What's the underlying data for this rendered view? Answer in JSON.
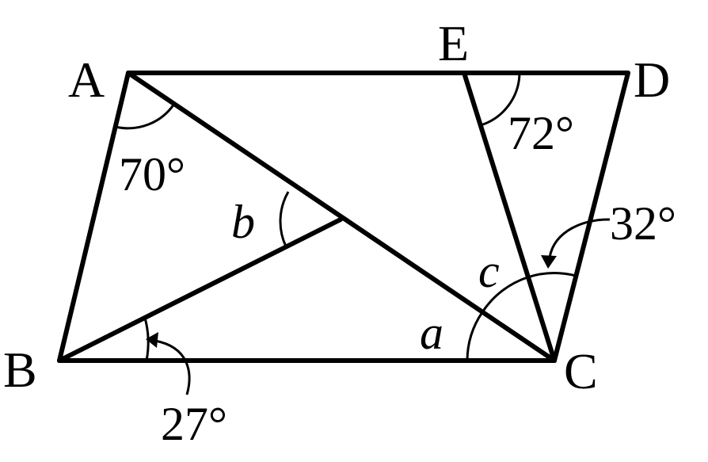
{
  "vertices": {
    "A": "A",
    "B": "B",
    "C": "C",
    "D": "D",
    "E": "E"
  },
  "angles": {
    "at_A": "70°",
    "at_E": "72°",
    "at_C_right": "32°",
    "at_B": "27°"
  },
  "unknowns": {
    "a": "a",
    "b": "b",
    "c": "c"
  }
}
